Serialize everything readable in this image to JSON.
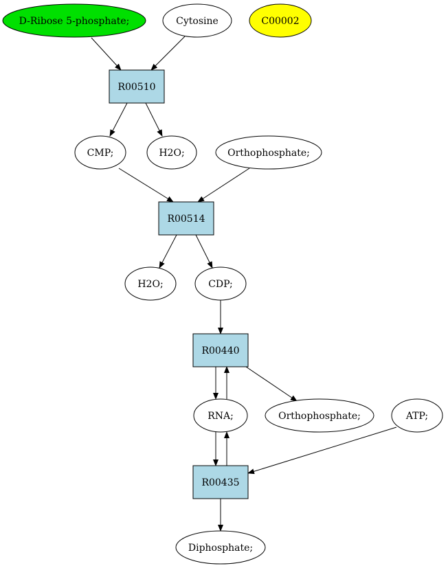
{
  "colors": {
    "compound_fill": "#ffffff",
    "start_compound_fill": "#00e000",
    "highlight_compound_fill": "#ffff00",
    "reaction_fill": "#add8e6",
    "stroke": "#000000"
  },
  "compounds": [
    {
      "id": "ribose5p",
      "label": "D-Ribose 5-phosphate;",
      "style": "start"
    },
    {
      "id": "cytosine",
      "label": "Cytosine",
      "style": "normal"
    },
    {
      "id": "c00002",
      "label": "C00002",
      "style": "highlight"
    },
    {
      "id": "cmp",
      "label": "CMP;",
      "style": "normal"
    },
    {
      "id": "h2o_a",
      "label": "H2O;",
      "style": "normal"
    },
    {
      "id": "ortho_a",
      "label": "Orthophosphate;",
      "style": "normal"
    },
    {
      "id": "h2o_b",
      "label": "H2O;",
      "style": "normal"
    },
    {
      "id": "cdp",
      "label": "CDP;",
      "style": "normal"
    },
    {
      "id": "rna",
      "label": "RNA;",
      "style": "normal"
    },
    {
      "id": "ortho_b",
      "label": "Orthophosphate;",
      "style": "normal"
    },
    {
      "id": "atp",
      "label": "ATP;",
      "style": "normal"
    },
    {
      "id": "diphosphate",
      "label": "Diphosphate;",
      "style": "normal"
    }
  ],
  "reactions": [
    {
      "id": "r00510",
      "label": "R00510"
    },
    {
      "id": "r00514",
      "label": "R00514"
    },
    {
      "id": "r00440",
      "label": "R00440"
    },
    {
      "id": "r00435",
      "label": "R00435"
    }
  ],
  "edges": [
    {
      "from": "ribose5p",
      "to": "r00510"
    },
    {
      "from": "cytosine",
      "to": "r00510"
    },
    {
      "from": "r00510",
      "to": "cmp"
    },
    {
      "from": "r00510",
      "to": "h2o_a"
    },
    {
      "from": "cmp",
      "to": "r00514"
    },
    {
      "from": "ortho_a",
      "to": "r00514"
    },
    {
      "from": "r00514",
      "to": "h2o_b"
    },
    {
      "from": "r00514",
      "to": "cdp"
    },
    {
      "from": "cdp",
      "to": "r00440"
    },
    {
      "from": "r00440",
      "to": "rna"
    },
    {
      "from": "rna",
      "to": "r00440"
    },
    {
      "from": "r00440",
      "to": "ortho_b"
    },
    {
      "from": "rna",
      "to": "r00435"
    },
    {
      "from": "r00435",
      "to": "rna"
    },
    {
      "from": "atp",
      "to": "r00435"
    },
    {
      "from": "r00435",
      "to": "diphosphate"
    }
  ]
}
